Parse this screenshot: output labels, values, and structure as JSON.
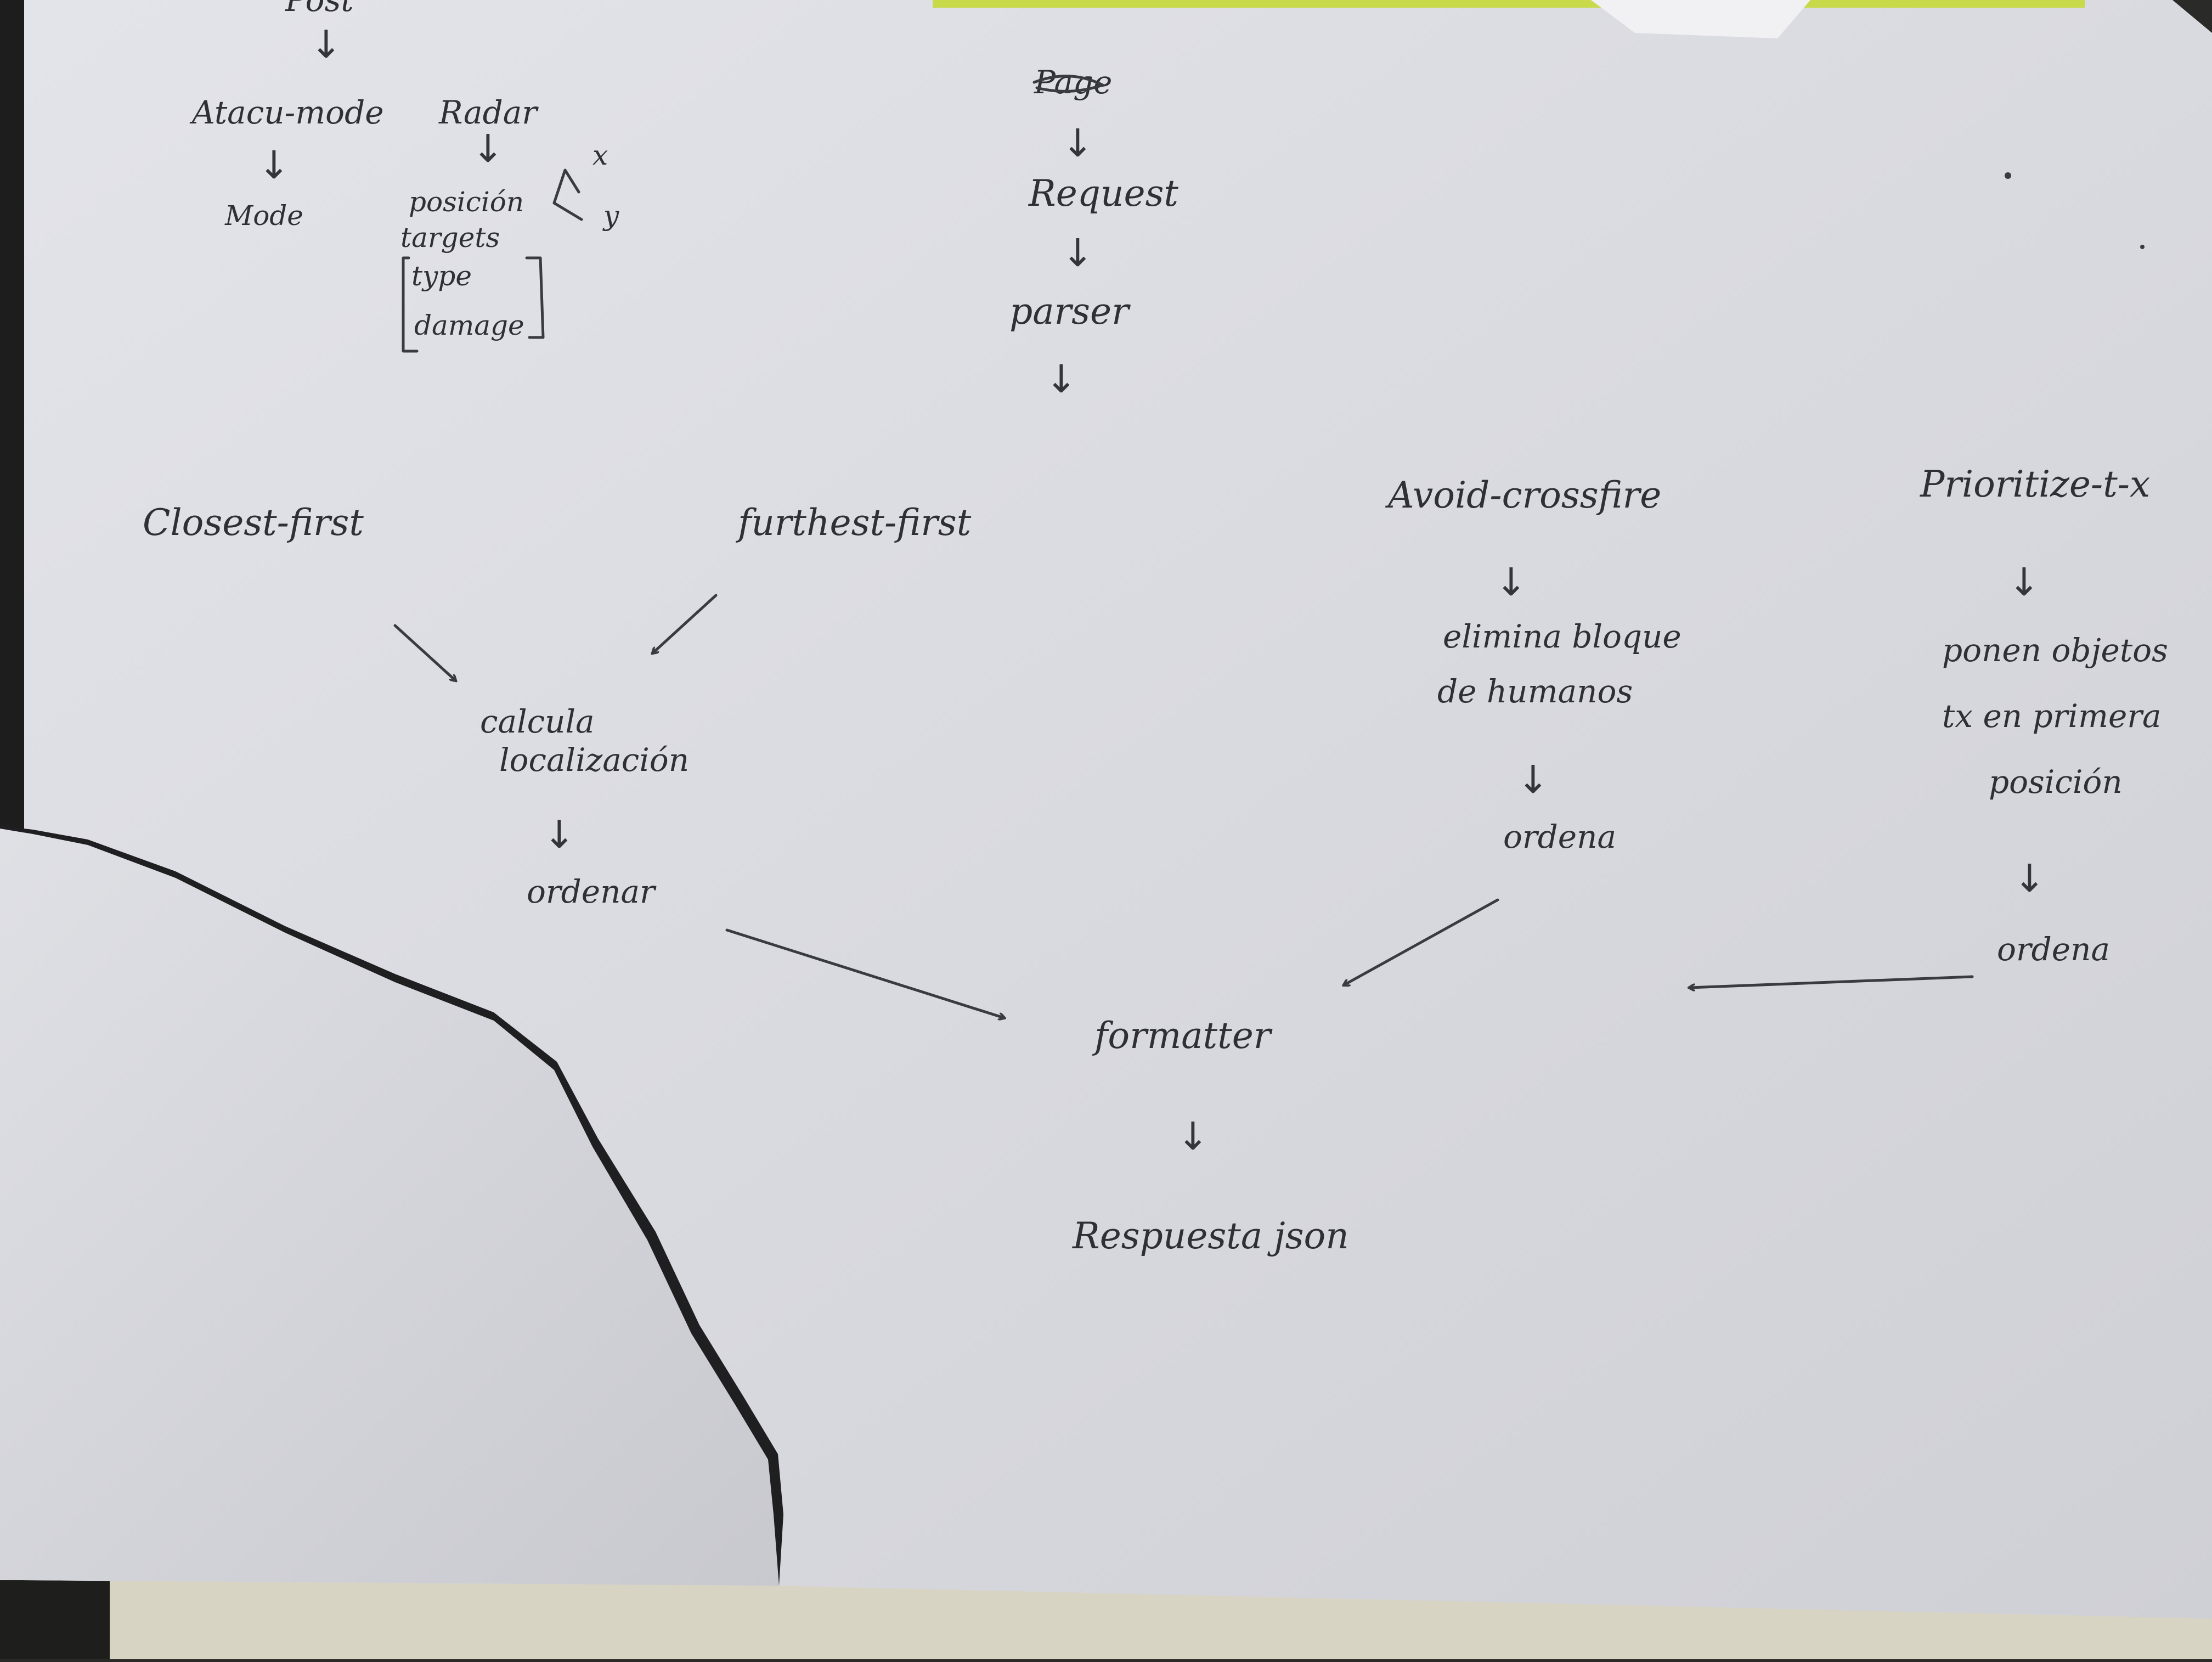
{
  "top_left_flow": {
    "header": "Post",
    "attack_mode": "Atacu-mode",
    "mode": "Mode",
    "radar": "Radar",
    "position": "posición",
    "x": "x",
    "y": "y",
    "targets": "targets",
    "type": "type",
    "damage": "damage"
  },
  "top_center_flow": {
    "header": "Page",
    "request": "Request",
    "parser": "parser"
  },
  "strategies": {
    "closest_first": "Closest-first",
    "furthest_first": "furthest-first",
    "avoid_crossfire": "Avoid-crossfire",
    "prioritize_tx": "Prioritize-t-x"
  },
  "processing": {
    "calcula": "calcula",
    "localizacion": "localización",
    "ordenar_left": "ordenar",
    "elimina_line1": "elimina bloque",
    "elimina_line2": "de humanos",
    "ordena_mid": "ordena",
    "ponen_line1": "ponen objetos",
    "ponen_line2": "tx en primera",
    "ponen_line3": "posición",
    "ordena_right": "ordena"
  },
  "output": {
    "formatter": "formatter",
    "response": "Respuesta json"
  },
  "colors": {
    "paper": "#dcdde3",
    "paper_shadow": "#c9cad1",
    "ink": "#2f3035",
    "background": "#2a2a28",
    "table": "#d8d4c4"
  }
}
